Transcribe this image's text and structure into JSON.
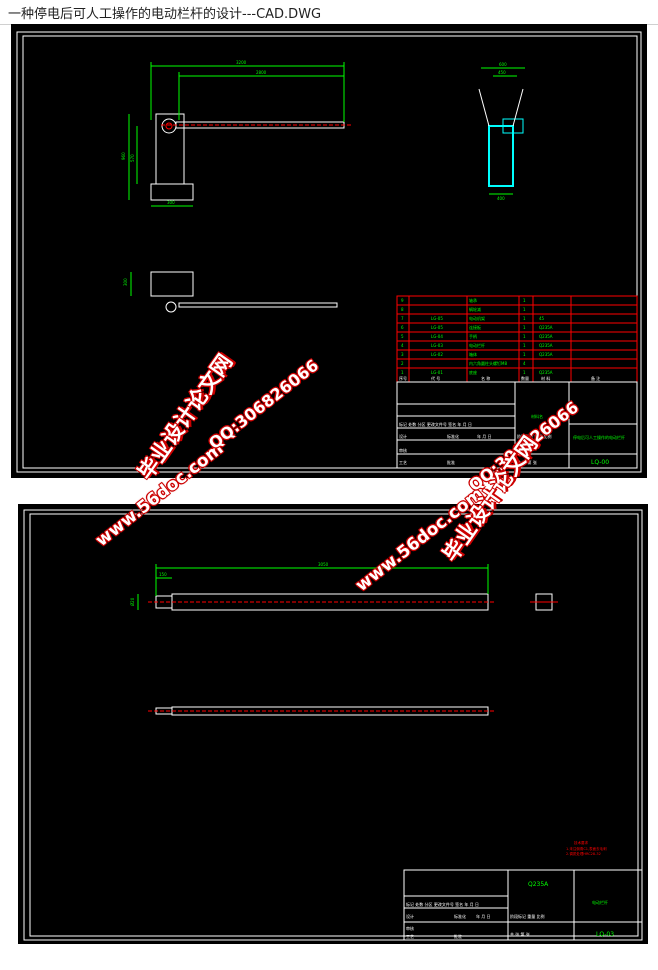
{
  "window": {
    "title": "一种停电后可人工操作的电动栏杆的设计---CAD.DWG"
  },
  "colors": {
    "cad_bg": "#000000",
    "green": "#00ff00",
    "red": "#ff0000",
    "cyan": "#00ffff",
    "yellow": "#ffff00",
    "white": "#ffffff"
  },
  "sheet1": {
    "dims": {
      "overall": "3200",
      "arm": "2800",
      "height": "960",
      "inner_height": "570",
      "base": "300",
      "side_top": "600",
      "side_w": "400",
      "side_mid": "450",
      "plan": "300"
    },
    "parts_table": {
      "rows": [
        {
          "no": "9",
          "code": "",
          "name": "轴承",
          "qty": "1",
          "mat": ""
        },
        {
          "no": "8",
          "code": "",
          "name": "蜗轮减",
          "qty": "1",
          "mat": ""
        },
        {
          "no": "7",
          "code": "LG-05",
          "name": "电动机架",
          "qty": "1",
          "mat": "45"
        },
        {
          "no": "6",
          "code": "LG-05",
          "name": "连接板",
          "qty": "1",
          "mat": "Q235A"
        },
        {
          "no": "5",
          "code": "LG-04",
          "name": "手柄",
          "qty": "1",
          "mat": "Q235A"
        },
        {
          "no": "4",
          "code": "LG-03",
          "name": "电动栏杆",
          "qty": "1",
          "mat": "Q235A"
        },
        {
          "no": "3",
          "code": "LG-02",
          "name": "箱体",
          "qty": "1",
          "mat": "Q235A"
        },
        {
          "no": "2",
          "code": "",
          "name": "内六角圆柱头螺钉M8",
          "qty": "4",
          "mat": ""
        },
        {
          "no": "1",
          "code": "LG-01",
          "name": "底座",
          "qty": "1",
          "mat": "Q235A"
        }
      ],
      "header": {
        "no": "序号",
        "code": "代 号",
        "name": "名 称",
        "qty": "数量",
        "mat": "材 料",
        "note": "备 注"
      }
    },
    "title_block": {
      "title": "停电后可人工操作的电动栏杆",
      "drawing_no": "LQ-00",
      "mark": "标记 处数 分区 更改文件号 签名 年 月 日",
      "design": "设计",
      "review": "审核",
      "process": "工艺",
      "std": "标准化",
      "approve": "批准",
      "stage": "阶段标记 重量 比例",
      "sheets": "共 张 第 张",
      "ym": "年 月 日",
      "material": "材料名"
    }
  },
  "sheet2": {
    "dims": {
      "length": "3050",
      "left": "150",
      "dia": "Ø20"
    },
    "title_block": {
      "material": "Q235A",
      "title": "电动栏杆",
      "drawing_no": "LQ-03",
      "mark": "标记 处数 分区 更改文件号 签名 年 月 日",
      "design": "设计",
      "review": "审核",
      "process": "工艺",
      "std": "标准化",
      "approve": "批准",
      "stage": "阶段标记 重量 比例",
      "sheets": "共 张 第 张",
      "ym": "年 月 日"
    },
    "notes": {
      "title": "技术要求",
      "line1": "1.未注倒角C1,表面去毛刺",
      "line2": "2.调质处理HRC28-32"
    }
  },
  "watermark": {
    "site": "www.56doc.com",
    "qq": "QQ:306826066",
    "brand": "毕业设计论文网"
  }
}
